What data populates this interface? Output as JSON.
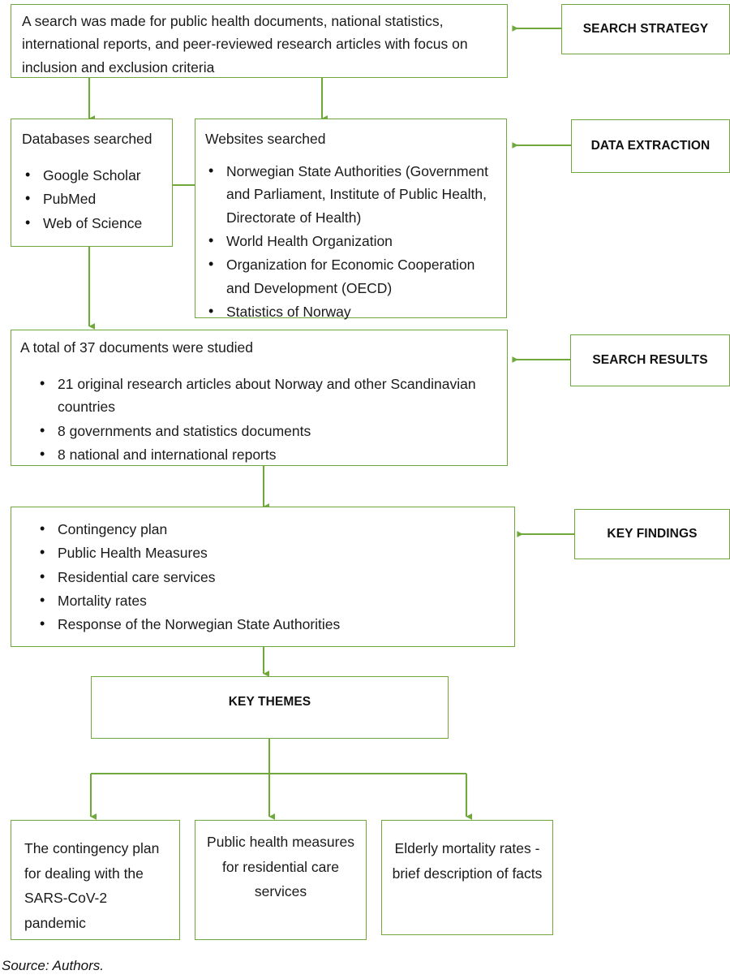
{
  "diagram": {
    "accent_color": "#70A83C",
    "text_color": "#1a1a1a",
    "source_note": "Source: Authors."
  },
  "stage_labels": {
    "search_strategy": "SEARCH STRATEGY",
    "data_extraction": "DATA EXTRACTION",
    "search_results": "SEARCH RESULTS",
    "key_findings": "KEY FINDINGS"
  },
  "nodes": {
    "search_description": {
      "text": "A search was made for public health documents, national statistics, international reports, and peer-reviewed research articles with focus on inclusion and exclusion criteria"
    },
    "databases": {
      "heading": "Databases searched",
      "items": [
        "Google Scholar",
        "PubMed",
        "Web of Science"
      ]
    },
    "websites": {
      "heading": "Websites searched",
      "items": [
        "Norwegian State Authorities (Government and Parliament, Institute of Public Health, Directorate of Health)",
        "World Health Organization",
        "Organization for Economic Cooperation and Development (OECD)",
        "Statistics of Norway"
      ]
    },
    "results": {
      "heading": "A total of 37 documents were studied",
      "items": [
        "21 original research articles about Norway and other Scandinavian countries",
        "8 governments and statistics documents",
        "8 national and international reports"
      ]
    },
    "findings": {
      "items": [
        "Contingency plan",
        "Public Health Measures",
        "Residential care services",
        "Mortality rates",
        "Response of the Norwegian State Authorities"
      ]
    },
    "key_themes": {
      "title": "KEY THEMES"
    },
    "themes": [
      {
        "text": "The contingency plan for dealing with the SARS-CoV-2 pandemic"
      },
      {
        "text": "Public health measures for residential care services"
      },
      {
        "text": "Elderly mortality rates - brief description of facts"
      }
    ]
  }
}
